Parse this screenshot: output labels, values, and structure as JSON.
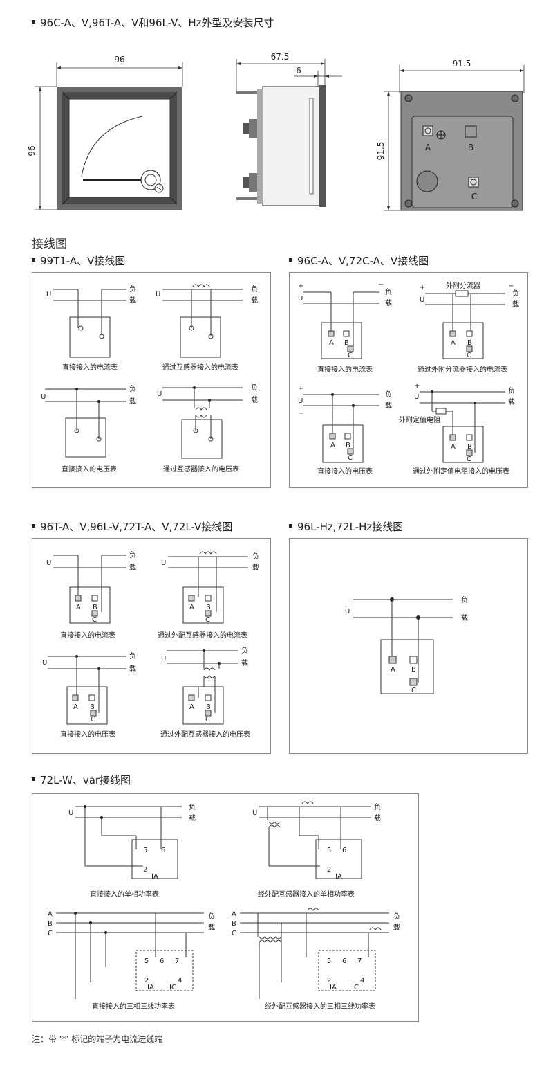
{
  "sections": {
    "dimensions": "96C-A、V,96T-A、V和96L-V、Hz外型及安装尺寸",
    "wiring": "接线图",
    "s99": "99T1-A、V接线图",
    "s96c": "96C-A、V,72C-A、V接线图",
    "s96t": "96T-A、V,96L-V,72T-A、V,72L-V接线图",
    "s96l": "96L-Hz,72L-Hz接线图",
    "s72w": "72L-W、var接线图"
  },
  "dims": {
    "front_w": "96",
    "front_h": "96",
    "side_depth": "67.5",
    "side_flange": "6",
    "back_w": "91.5",
    "back_h": "91.5"
  },
  "terminals": {
    "a": "A",
    "b": "B",
    "c": "C"
  },
  "lines": {
    "u": "U",
    "fu": "负",
    "zai": "载",
    "plus": "+",
    "minus": "−",
    "a": "A",
    "b": "B",
    "c": "C"
  },
  "captions": {
    "direct_current": "直接接入的电流表",
    "ct_current": "通过互感器接入的电流表",
    "direct_voltage": "直接接入的电压表",
    "pt_voltage": "通过互感器接入的电压表",
    "shunt_current": "通过外附分流器接入的电流表",
    "resistor_voltage": "通过外附定值电阻接入的电压表",
    "ext_ct_current": "通过外配互感器接入的电流表",
    "ext_pt_voltage": "通过外配互感器接入的电压表",
    "direct_single_power": "直接接入的单相功率表",
    "ext_single_power": "经外配互感器接入的单相功率表",
    "direct_three_power": "直接接入的三相三线功率表",
    "ext_three_power": "经外配互感器接入的三相三线功率表"
  },
  "labels": {
    "ext_shunt": "外附分流器",
    "ext_resistor": "外附定值电阻",
    "t5": "5",
    "t6": "6",
    "t7": "7",
    "t2": "2",
    "t4": "4",
    "star": "*",
    "ia": "IA",
    "ic": "IC"
  },
  "note": "注：带 ‘*’ 标记的端子为电流进线端"
}
